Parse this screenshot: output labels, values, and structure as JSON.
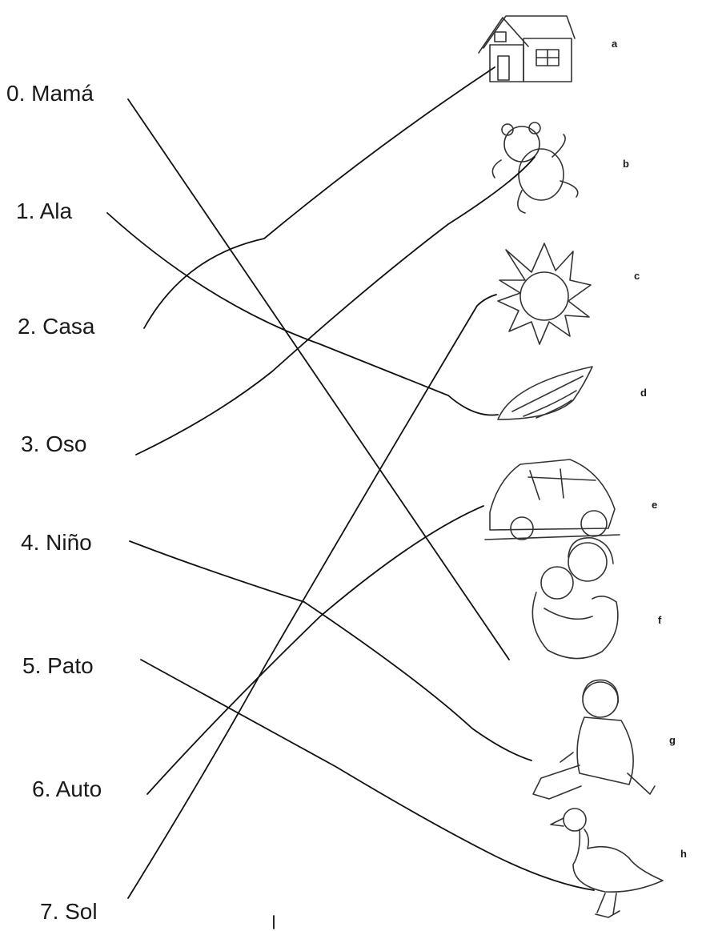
{
  "words": [
    "0. Mamá",
    "1. Ala",
    "2. Casa",
    "3. Oso",
    "4. Niño",
    "5. Pato",
    "6. Auto",
    "7. Sol"
  ],
  "letters": [
    "a",
    "b",
    "c",
    "d",
    "e",
    "f",
    "g",
    "h"
  ],
  "pictures": [
    "house-icon",
    "teddy-bear-icon",
    "sun-icon",
    "wing-icon",
    "car-icon",
    "mother-child-icon",
    "child-sitting-icon",
    "duck-icon"
  ],
  "matches": [
    {
      "word": "0. Mamá",
      "letter": "f"
    },
    {
      "word": "1. Ala",
      "letter": "d"
    },
    {
      "word": "2. Casa",
      "letter": "a"
    },
    {
      "word": "3. Oso",
      "letter": "b"
    },
    {
      "word": "4. Niño",
      "letter": "g"
    },
    {
      "word": "5. Pato",
      "letter": "h"
    },
    {
      "word": "6. Auto",
      "letter": "e"
    },
    {
      "word": "7. Sol",
      "letter": "c"
    }
  ]
}
